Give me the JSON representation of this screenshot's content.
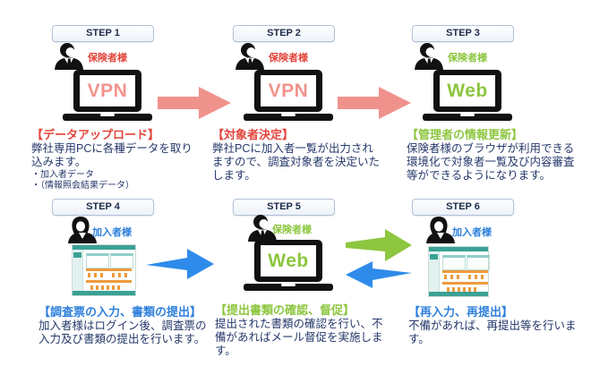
{
  "steps": [
    {
      "badge": "STEP 1",
      "actor": "保険者様",
      "actor_color": "#E2443B",
      "device": "laptop",
      "screen_label": "VPN",
      "screen_color": "#F2938D",
      "title": "【データアップロード】",
      "accent": "#E2443B",
      "body": "弊社専用PCに各種データを取り\n込みます。",
      "bullets": "・加入者データ\n・（情報照会結果データ）"
    },
    {
      "badge": "STEP 2",
      "actor": "保険者様",
      "actor_color": "#E2443B",
      "device": "laptop",
      "screen_label": "VPN",
      "screen_color": "#F2938D",
      "title": "【対象者決定】",
      "accent": "#E2443B",
      "body": "弊社PCに加入者一覧が出力され\nますので、調査対象者を決定いた\nします。"
    },
    {
      "badge": "STEP 3",
      "actor": "保険者様",
      "actor_color": "#8CC63F",
      "device": "laptop",
      "screen_label": "Web",
      "screen_color": "#8CC63F",
      "title": "【管理者の情報更新】",
      "accent": "#8CC63F",
      "body": "保険者様のブラウザが利用できる\n環境化で対象者一覧及び内容審査\n等ができるようになります。"
    },
    {
      "badge": "STEP 4",
      "actor": "加入者様",
      "actor_color": "#2E80DB",
      "device": "web-app-screenshot",
      "title": "【調査票の入力、書類の提出】",
      "accent": "#2E80DB",
      "body": "加入者様はログイン後、調査票の\n入力及び書類の提出を行います。"
    },
    {
      "badge": "STEP 5",
      "actor": "保険者様",
      "actor_color": "#8CC63F",
      "device": "laptop",
      "screen_label": "Web",
      "screen_color": "#8CC63F",
      "title": "【提出書類の確認、督促】",
      "accent": "#8CC63F",
      "body": "提出された書類の確認を行い、不\n備があればメール督促を実施しま\nす。"
    },
    {
      "badge": "STEP 6",
      "actor": "加入者様",
      "actor_color": "#2E80DB",
      "device": "web-app-screenshot",
      "title": "【再入力、再提出】",
      "accent": "#2E80DB",
      "body": "不備があれば、再提出等を行いま\nす。"
    }
  ],
  "arrows": [
    {
      "from": "step-1",
      "to": "step-2",
      "direction": "right",
      "color": "#F0928C"
    },
    {
      "from": "step-2",
      "to": "step-3",
      "direction": "right",
      "color": "#F0928C"
    },
    {
      "from": "step-4",
      "to": "step-5",
      "direction": "right",
      "color": "#2E8BEA"
    },
    {
      "from": "step-5",
      "to": "step-6",
      "direction": "right",
      "color": "#8DC63F"
    },
    {
      "from": "step-6",
      "to": "step-5",
      "direction": "left",
      "color": "#2E8BEA"
    }
  ],
  "palette": {
    "body_text": "#26396B",
    "badge_text": "#1C2B4A",
    "app_teal": "#3BA195",
    "app_orange": "#EE9A3C",
    "icon_black": "#111111"
  }
}
